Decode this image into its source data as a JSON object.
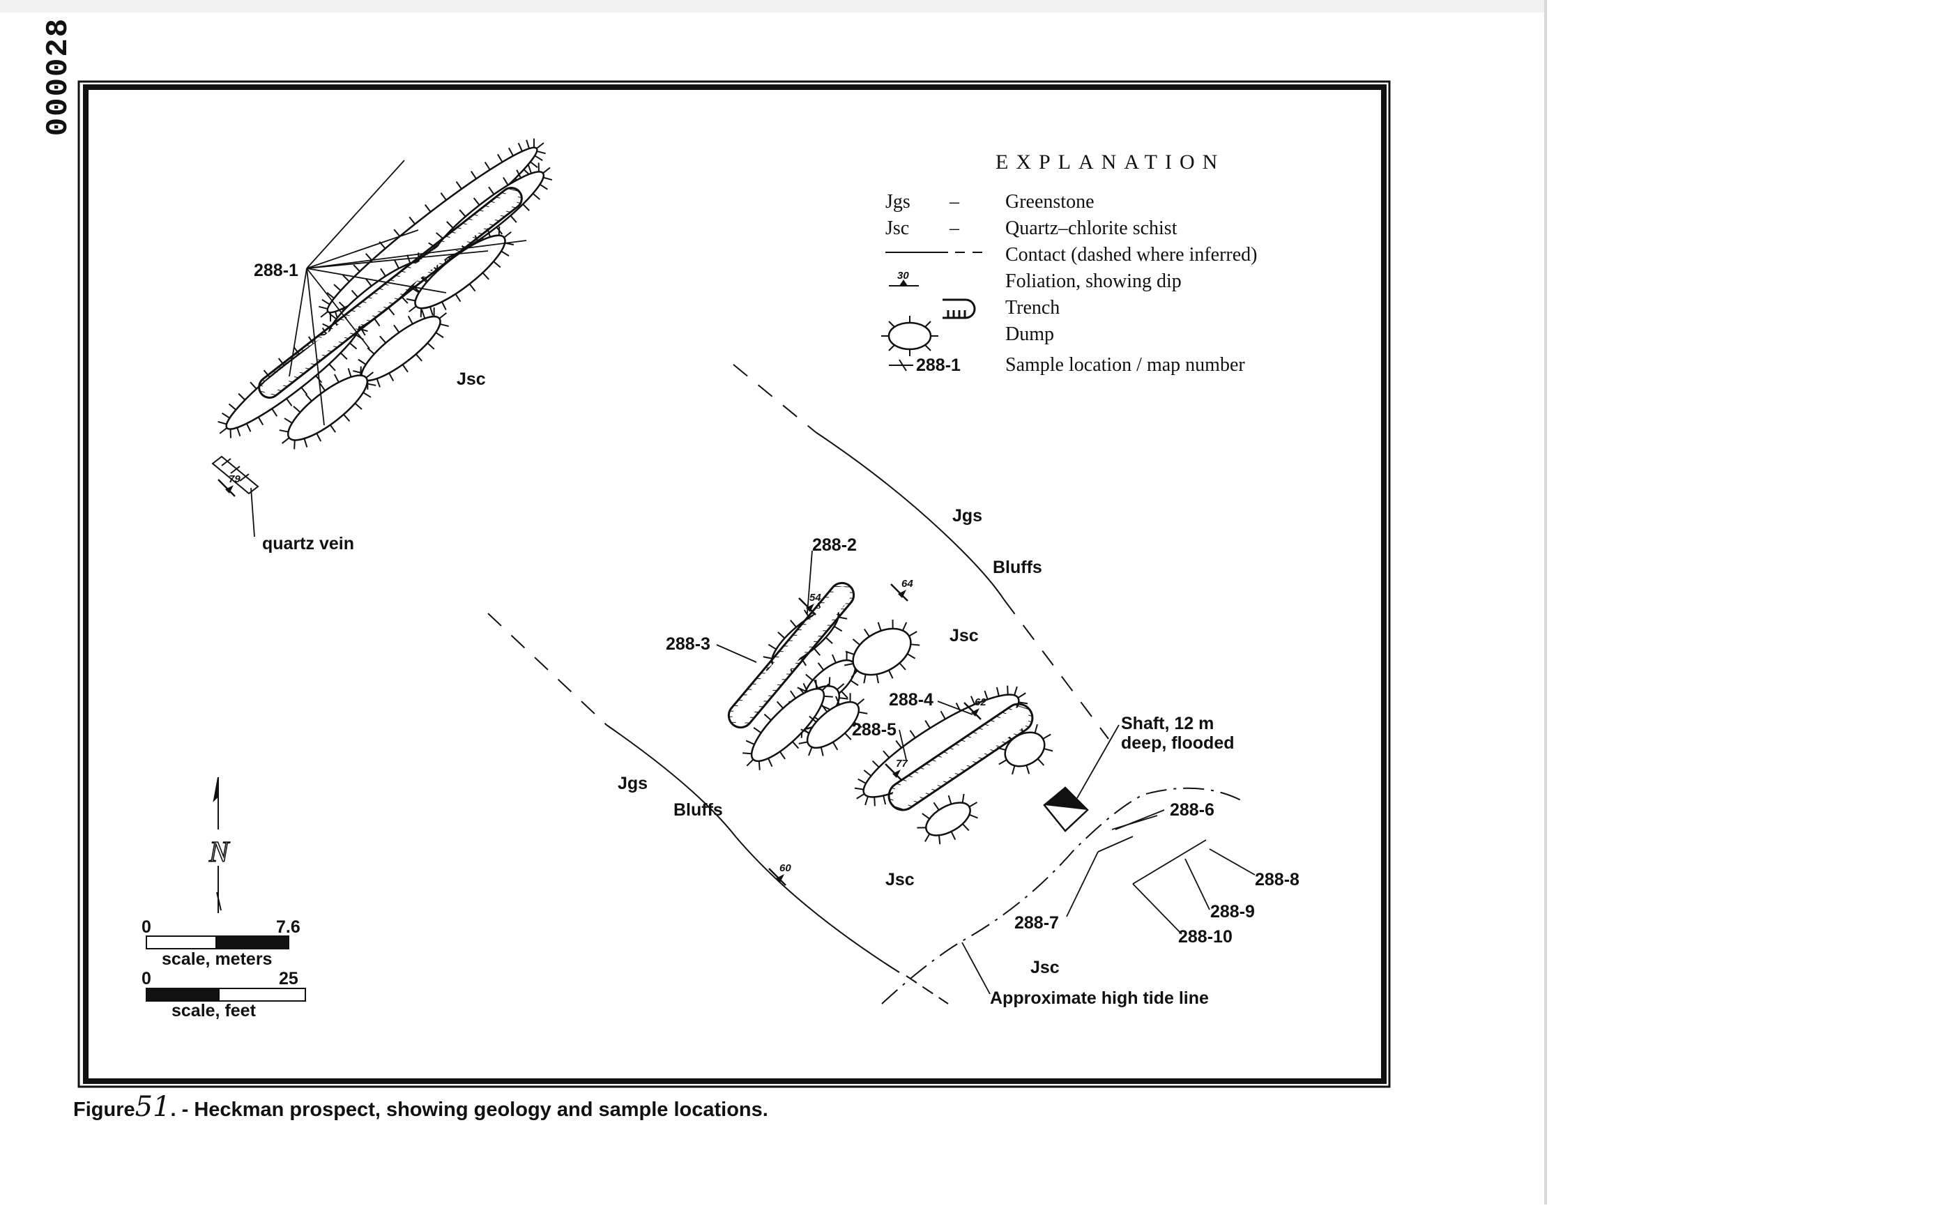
{
  "doc_id": "000028",
  "explanation": {
    "title": "EXPLANATION",
    "items": [
      {
        "symbol": "Jgs",
        "dash": "–",
        "text": "Greenstone"
      },
      {
        "symbol": "Jsc",
        "dash": "–",
        "text": "Quartz–chlorite schist"
      },
      {
        "text": "Contact (dashed where inferred)"
      },
      {
        "symbol": "30",
        "text": "Foliation, showing dip"
      },
      {
        "text": "Trench"
      },
      {
        "text": "Dump"
      },
      {
        "symbol": "288-1",
        "text": "Sample location / map number"
      }
    ]
  },
  "map_labels": {
    "units": {
      "jsc": "Jsc",
      "jgs": "Jgs"
    },
    "bluffs": "Bluffs",
    "quartz_vein": "quartz vein",
    "shaft_line1": "Shaft, 12 m",
    "shaft_line2": "deep, flooded",
    "high_tide": "Approximate high tide line",
    "samples": {
      "s1": "288-1",
      "s2": "288-2",
      "s3": "288-3",
      "s4": "288-4",
      "s5": "288-5",
      "s6": "288-6",
      "s7": "288-7",
      "s8": "288-8",
      "s9": "288-9",
      "s10": "288-10"
    },
    "dips": {
      "d79": "79",
      "d54": "54",
      "d64": "64",
      "d62": "62",
      "d77": "77",
      "d60": "60"
    },
    "north": "N"
  },
  "scales": {
    "meters": {
      "zero": "0",
      "max": "7.6",
      "label": "scale, meters"
    },
    "feet": {
      "zero": "0",
      "max": "25",
      "label": "scale, feet"
    }
  },
  "caption": {
    "prefix": "Figure",
    "number": "51",
    "text": ". - Heckman prospect, showing geology and sample locations."
  },
  "colors": {
    "ink": "#111111",
    "background": "#ffffff",
    "margin_gray": "#d9d9d9"
  }
}
